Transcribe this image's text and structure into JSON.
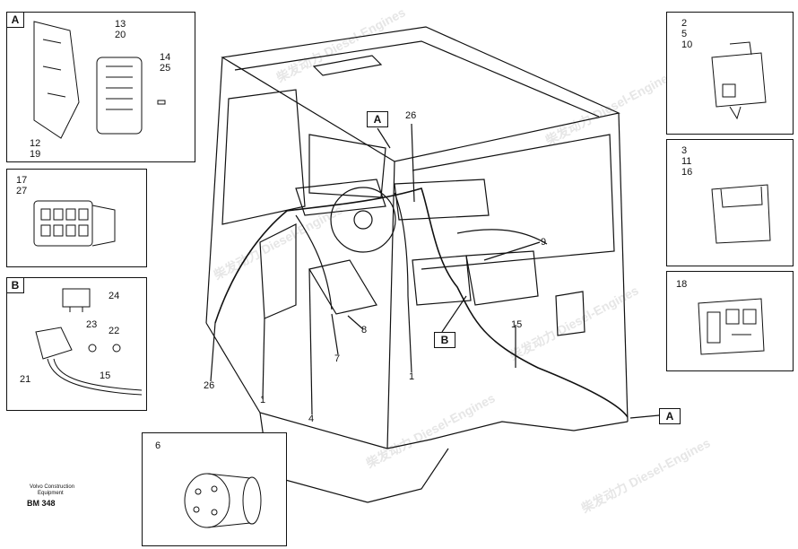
{
  "watermark": {
    "text": "柴发动力 Diesel-Engines"
  },
  "insets": {
    "a_top_left": {
      "letter": "A",
      "labels": [
        "13\n20",
        "14\n25",
        "12\n19"
      ]
    },
    "p_17_27": {
      "label": "17\n27"
    },
    "b_left": {
      "letter": "B",
      "labels": [
        "24",
        "23",
        "22",
        "21",
        "15"
      ]
    },
    "p_6": {
      "label": "6"
    },
    "p_2_5_10": {
      "label": "2\n5\n10"
    },
    "p_3_11_16": {
      "label": "3\n11\n16"
    },
    "p_18": {
      "label": "18"
    }
  },
  "main": {
    "tag_a_top": "A",
    "tag_b_mid": "B",
    "tag_a_right": "A",
    "callouts": [
      "26",
      "9",
      "8",
      "7",
      "1",
      "15",
      "26",
      "1",
      "4"
    ]
  },
  "footer": {
    "line1": "Volvo Construction",
    "line2": "Equipment",
    "code": "BM 348"
  }
}
